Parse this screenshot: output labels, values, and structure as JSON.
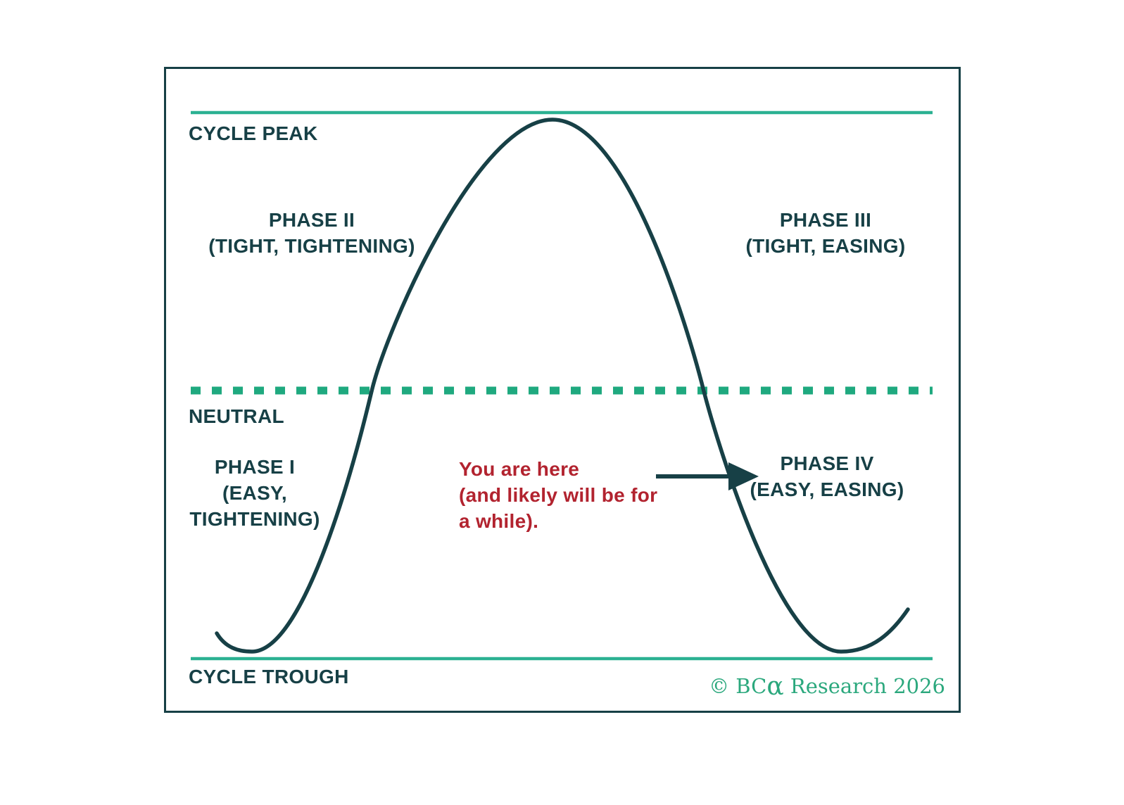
{
  "diagram": {
    "reference_levels": {
      "cycle_peak": "CYCLE PEAK",
      "neutral": "NEUTRAL",
      "cycle_trough": "CYCLE TROUGH"
    },
    "phases": [
      {
        "name": "PHASE I",
        "detail": "(EASY,\nTIGHTENING)"
      },
      {
        "name": "PHASE II",
        "detail": "(TIGHT, TIGHTENING)"
      },
      {
        "name": "PHASE III",
        "detail": "(TIGHT, EASING)"
      },
      {
        "name": "PHASE IV",
        "detail": "(EASY, EASING)"
      }
    ],
    "annotation": {
      "text": "You are here\n(and likely will be for\na while).",
      "points_to": "PHASE IV"
    },
    "copyright": {
      "prefix": "© BC",
      "alpha": "α",
      "suffix": " Research 2026"
    }
  },
  "colors": {
    "dark_teal": "#174046",
    "line_green": "#2bb192",
    "dash_green": "#1fa97f",
    "copyright_green": "#2ba87d",
    "annotation_red": "#b2232f"
  }
}
